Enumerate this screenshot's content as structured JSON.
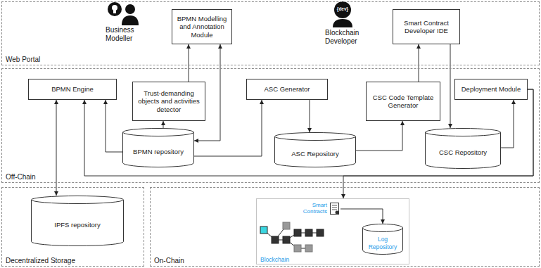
{
  "diagram": {
    "nodes": [
      {
        "text": [
          "Web Portal"
        ]
      },
      {
        "text": [
          "BPMN Modelling and Annotation Module"
        ],
        "in": 0
      },
      {
        "text": [
          "Smart Contract Developer IDE"
        ],
        "in": 0
      },
      {
        "text": [
          "Off-Chain"
        ]
      },
      {
        "text": [
          "BPMN Engine"
        ],
        "in": 3
      },
      {
        "text": [
          "Trust-demanding objects and activities detector"
        ],
        "in": 3
      },
      {
        "text": [
          "ASC Generator"
        ],
        "in": 3
      },
      {
        "text": [
          "CSC Code Template Generator"
        ],
        "in": 3
      },
      {
        "text": [
          "Deployment Module"
        ],
        "in": 3
      },
      {
        "text": [
          "BPMN repository"
        ],
        "in": 3
      },
      {
        "text": [
          "ASC Repository"
        ],
        "in": 3
      },
      {
        "text": [
          "CSC Repository"
        ],
        "in": 3
      },
      {
        "text": [
          "Decentralized Storage"
        ]
      },
      {
        "text": [
          "IPFS repository"
        ],
        "in": 12
      },
      {
        "text": [
          "On-Chain"
        ]
      },
      {
        "text": [
          "Blockchain"
        ],
        "in": 14
      },
      {
        "text": [
          "Smart Contracts"
        ],
        "in": 15
      },
      {
        "text": [
          "Log Repository"
        ],
        "in": 15
      }
    ],
    "edges": [
      {
        "from": 9,
        "to": 1,
        "arrow": "both"
      },
      {
        "from": 5,
        "to": 1,
        "arrow": "to"
      },
      {
        "from": 9,
        "to": 5,
        "arrow": "to"
      },
      {
        "from": 9,
        "to": 4,
        "arrow": "to"
      },
      {
        "from": 9,
        "to": 6,
        "arrow": "to"
      },
      {
        "from": 6,
        "to": 10,
        "arrow": "to"
      },
      {
        "from": 10,
        "to": 7,
        "arrow": "to"
      },
      {
        "from": 7,
        "to": 2,
        "arrow": "to"
      },
      {
        "from": 2,
        "to": 11,
        "arrow": "to"
      },
      {
        "from": 11,
        "to": 8,
        "arrow": "to"
      },
      {
        "from": 4,
        "to": 13,
        "arrow": "both"
      },
      {
        "from": 8,
        "to": 4,
        "arrow": "to"
      },
      {
        "from": 8,
        "to": 15,
        "arrow": "to"
      },
      {
        "from": 16,
        "to": 17,
        "arrow": "to"
      }
    ],
    "labels": [
      "Business Modeller",
      "Blockchain Developer",
      "{dev}"
    ]
  }
}
